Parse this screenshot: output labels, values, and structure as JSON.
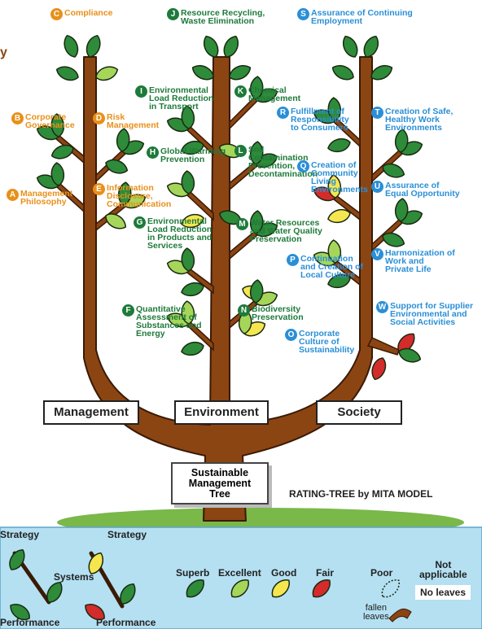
{
  "title_fragment": "y",
  "labels": {
    "A": {
      "text": "Management\nPhilosophy",
      "color": "orange"
    },
    "B": {
      "text": "Corporate\nGovernance",
      "color": "orange"
    },
    "C": {
      "text": "Compliance",
      "color": "orange"
    },
    "D": {
      "text": "Risk\nManagement",
      "color": "orange"
    },
    "E": {
      "text": "Information\nDisclosure,\nCommunication",
      "color": "orange"
    },
    "F": {
      "text": "Quantitative\nAssessment of\nSubstances and\nEnergy",
      "color": "green"
    },
    "G": {
      "text": "Environmental\nLoad Reduction\nin Products and\nServices",
      "color": "green"
    },
    "H": {
      "text": "Global Warming\nPrevention",
      "color": "green"
    },
    "I": {
      "text": "Environmental\nLoad Reduction\nin Transport",
      "color": "green"
    },
    "J": {
      "text": "Resource Recycling,\nWaste Elimination",
      "color": "green"
    },
    "K": {
      "text": "Chemical\nManagement",
      "color": "green"
    },
    "L": {
      "text": "Soil\nContamination\nPrevention,\nDecontamination",
      "color": "green"
    },
    "M": {
      "text": "Water Resources\nand Water Quality\nPreservation",
      "color": "green"
    },
    "N": {
      "text": "Biodiversity\nPreservation",
      "color": "green"
    },
    "O": {
      "text": "Corporate\nCulture of\nSustainability",
      "color": "blue"
    },
    "P": {
      "text": "Continuation\nand Creation of\nLocal Culture",
      "color": "blue"
    },
    "Q": {
      "text": "Creation of\nCommunity\nLiving\nEnvironments",
      "color": "blue"
    },
    "R": {
      "text": "Fulfillment of\nResponsibility\nto Consumers",
      "color": "blue"
    },
    "S": {
      "text": "Assurance of Continuing\nEmployment",
      "color": "blue"
    },
    "T": {
      "text": "Creation of Safe,\nHealthy Work\nEnvironments",
      "color": "blue"
    },
    "U": {
      "text": "Assurance of\nEqual Opportunity",
      "color": "blue"
    },
    "V": {
      "text": "Harmonization of\nWork and\nPrivate Life",
      "color": "blue"
    },
    "W": {
      "text": "Support for Supplier\nEnvironmental and\nSocial Activities",
      "color": "blue"
    }
  },
  "branches": {
    "management": "Management",
    "environment": "Environment",
    "society": "Society"
  },
  "tree_name": "Sustainable\nManagement\nTree",
  "rating_title": "RATING-TREE by MITA MODEL",
  "legend": {
    "strategy": "Strategy",
    "systems": "Systems",
    "performance": "Performance",
    "ratings": [
      "Superb",
      "Excellent",
      "Good",
      "Fair",
      "Poor",
      "Not\napplicable"
    ],
    "fallen_leaves": "fallen\nleaves",
    "no_leaves": "No leaves"
  },
  "colors": {
    "trunk": "#8b4513",
    "superb": "#2e8b3a",
    "excellent": "#a5d65a",
    "good": "#f5e650",
    "fair": "#d42b2b",
    "legend_bg": "#b4e0f2",
    "ground": "#7ab84a"
  }
}
